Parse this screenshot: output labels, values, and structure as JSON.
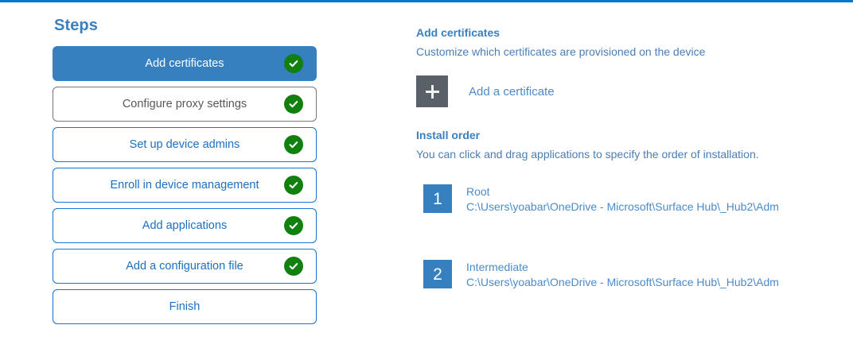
{
  "theme": {
    "accent_strip": "#0078c8",
    "primary_blue": "#3680bf",
    "link_blue": "#4a8bc9",
    "heading_blue": "#3a7fc0",
    "success_green": "#11800f",
    "tile_gray": "#5a6067",
    "neutral_border": "#767676"
  },
  "steps": {
    "title": "Steps",
    "items": [
      {
        "label": "Add certificates",
        "state": "active",
        "completed": true
      },
      {
        "label": "Configure proxy settings",
        "state": "neutral",
        "completed": true
      },
      {
        "label": "Set up device admins",
        "state": "default",
        "completed": true
      },
      {
        "label": "Enroll in device management",
        "state": "default",
        "completed": true
      },
      {
        "label": "Add applications",
        "state": "default",
        "completed": true
      },
      {
        "label": "Add a configuration file",
        "state": "default",
        "completed": true
      },
      {
        "label": "Finish",
        "state": "default",
        "completed": false
      }
    ]
  },
  "detail": {
    "certificates": {
      "heading": "Add certificates",
      "description": "Customize which certificates are provisioned on the device",
      "add_label": "Add a certificate",
      "add_icon": "plus-icon"
    },
    "install_order": {
      "heading": "Install order",
      "description": "You can click and drag applications to specify the order of installation.",
      "items": [
        {
          "number": "1",
          "name": "Root",
          "path": "C:\\Users\\yoabar\\OneDrive - Microsoft\\Surface Hub\\_Hub2\\Adm"
        },
        {
          "number": "2",
          "name": "Intermediate",
          "path": "C:\\Users\\yoabar\\OneDrive - Microsoft\\Surface Hub\\_Hub2\\Adm"
        }
      ]
    }
  }
}
